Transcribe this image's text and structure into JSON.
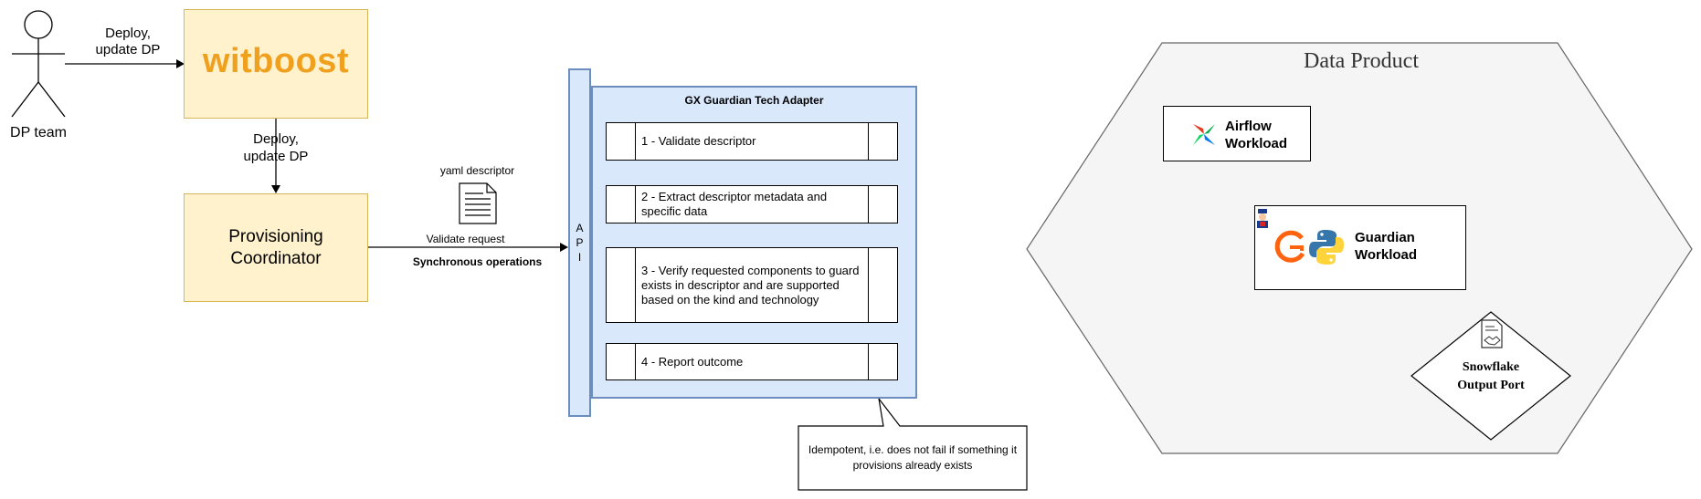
{
  "actor": {
    "label": "DP team"
  },
  "witboost": {
    "logo_text": "witboost"
  },
  "edges": {
    "team_to_witboost": "Deploy,\nupdate DP",
    "witboost_to_coordinator": "Deploy,\nupdate DP",
    "validate_request": "Validate request",
    "sync_ops": "Synchronous operations"
  },
  "coordinator": {
    "label": "Provisioning\nCoordinator"
  },
  "descriptor": {
    "label": "yaml descriptor"
  },
  "api": {
    "label": "A\nP\nI"
  },
  "adapter": {
    "title": "GX Guardian Tech Adapter",
    "steps": [
      "1 - Validate descriptor",
      "2 - Extract descriptor metadata and specific data",
      "3 - Verify requested components to guard exists in descriptor and are supported based on the kind and technology",
      "4 - Report outcome"
    ]
  },
  "callout": {
    "text": "Idempotent, i.e. does not fail if something it provisions already exists"
  },
  "data_product": {
    "title": "Data Product",
    "airflow": "Airflow\nWorkload",
    "guardian": "Guardian\nWorkload",
    "snowflake": "Snowflake\nOutput Port"
  },
  "colors": {
    "yellow_fill": "#fff2cc",
    "yellow_border": "#d6b656",
    "blue_fill": "#dae8fc",
    "blue_border": "#6c8ebf",
    "hex_fill": "#f5f5f5",
    "hex_border": "#666666",
    "witboost_orange": "#f0a01f"
  },
  "icons": [
    "stick-figure-icon",
    "document-icon",
    "airflow-icon",
    "gx-icon",
    "python-icon",
    "person-icon",
    "contract-icon"
  ]
}
